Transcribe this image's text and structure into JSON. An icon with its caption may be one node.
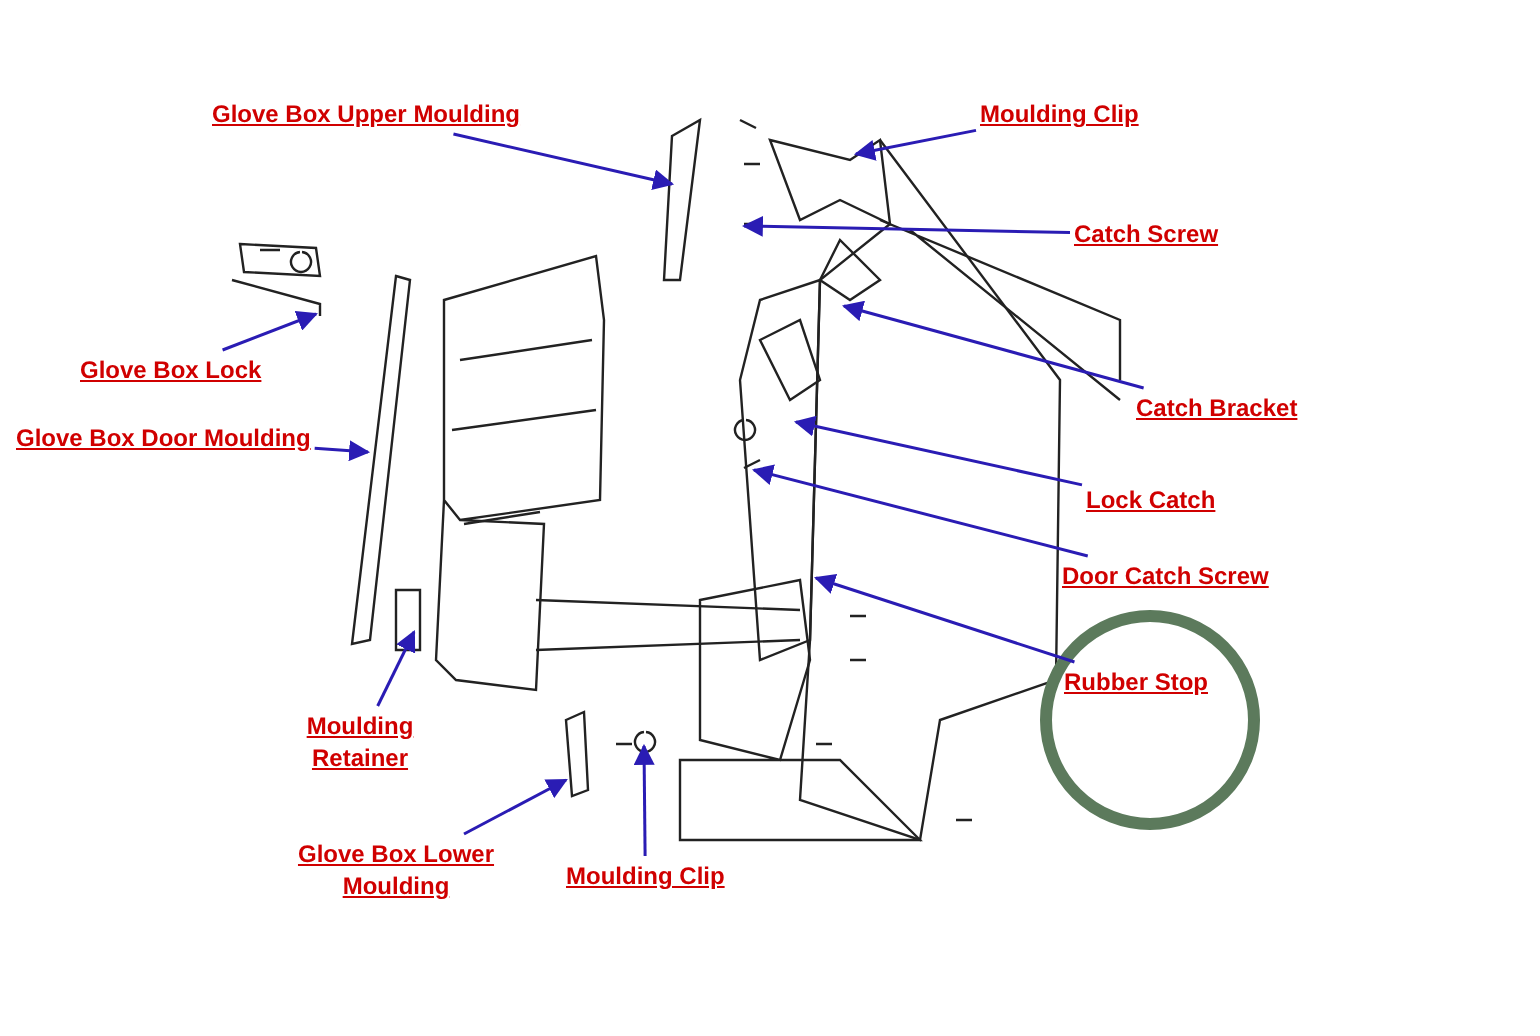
{
  "diagram": {
    "nodes": [
      {
        "text": [
          "Glove Box Upper Moulding"
        ]
      },
      {
        "text": [
          "Moulding Clip"
        ]
      },
      {
        "text": [
          "Catch Screw"
        ]
      },
      {
        "text": [
          "Glove Box Lock"
        ]
      },
      {
        "text": [
          "Catch Bracket"
        ]
      },
      {
        "text": [
          "Glove Box Door Moulding"
        ]
      },
      {
        "text": [
          "Lock Catch"
        ]
      },
      {
        "text": [
          "Door Catch Screw"
        ]
      },
      {
        "text": [
          "Rubber Stop"
        ]
      },
      {
        "text": [
          "Moulding Retainer"
        ]
      },
      {
        "text": [
          "Glove Box Lower Moulding"
        ]
      },
      {
        "text": [
          "Moulding Clip"
        ]
      }
    ],
    "edges": [
      {
        "from": 0,
        "to": null,
        "arrow": "to"
      },
      {
        "from": 1,
        "to": null,
        "arrow": "to"
      },
      {
        "from": 2,
        "to": null,
        "arrow": "to"
      },
      {
        "from": 3,
        "to": null,
        "arrow": "to"
      },
      {
        "from": 4,
        "to": null,
        "arrow": "to"
      },
      {
        "from": 5,
        "to": null,
        "arrow": "to"
      },
      {
        "from": 6,
        "to": null,
        "arrow": "to"
      },
      {
        "from": 7,
        "to": null,
        "arrow": "to"
      },
      {
        "from": 8,
        "to": null,
        "arrow": "to"
      },
      {
        "from": 9,
        "to": null,
        "arrow": "to"
      },
      {
        "from": 10,
        "to": null,
        "arrow": "to"
      },
      {
        "from": 11,
        "to": null,
        "arrow": "to"
      }
    ]
  }
}
